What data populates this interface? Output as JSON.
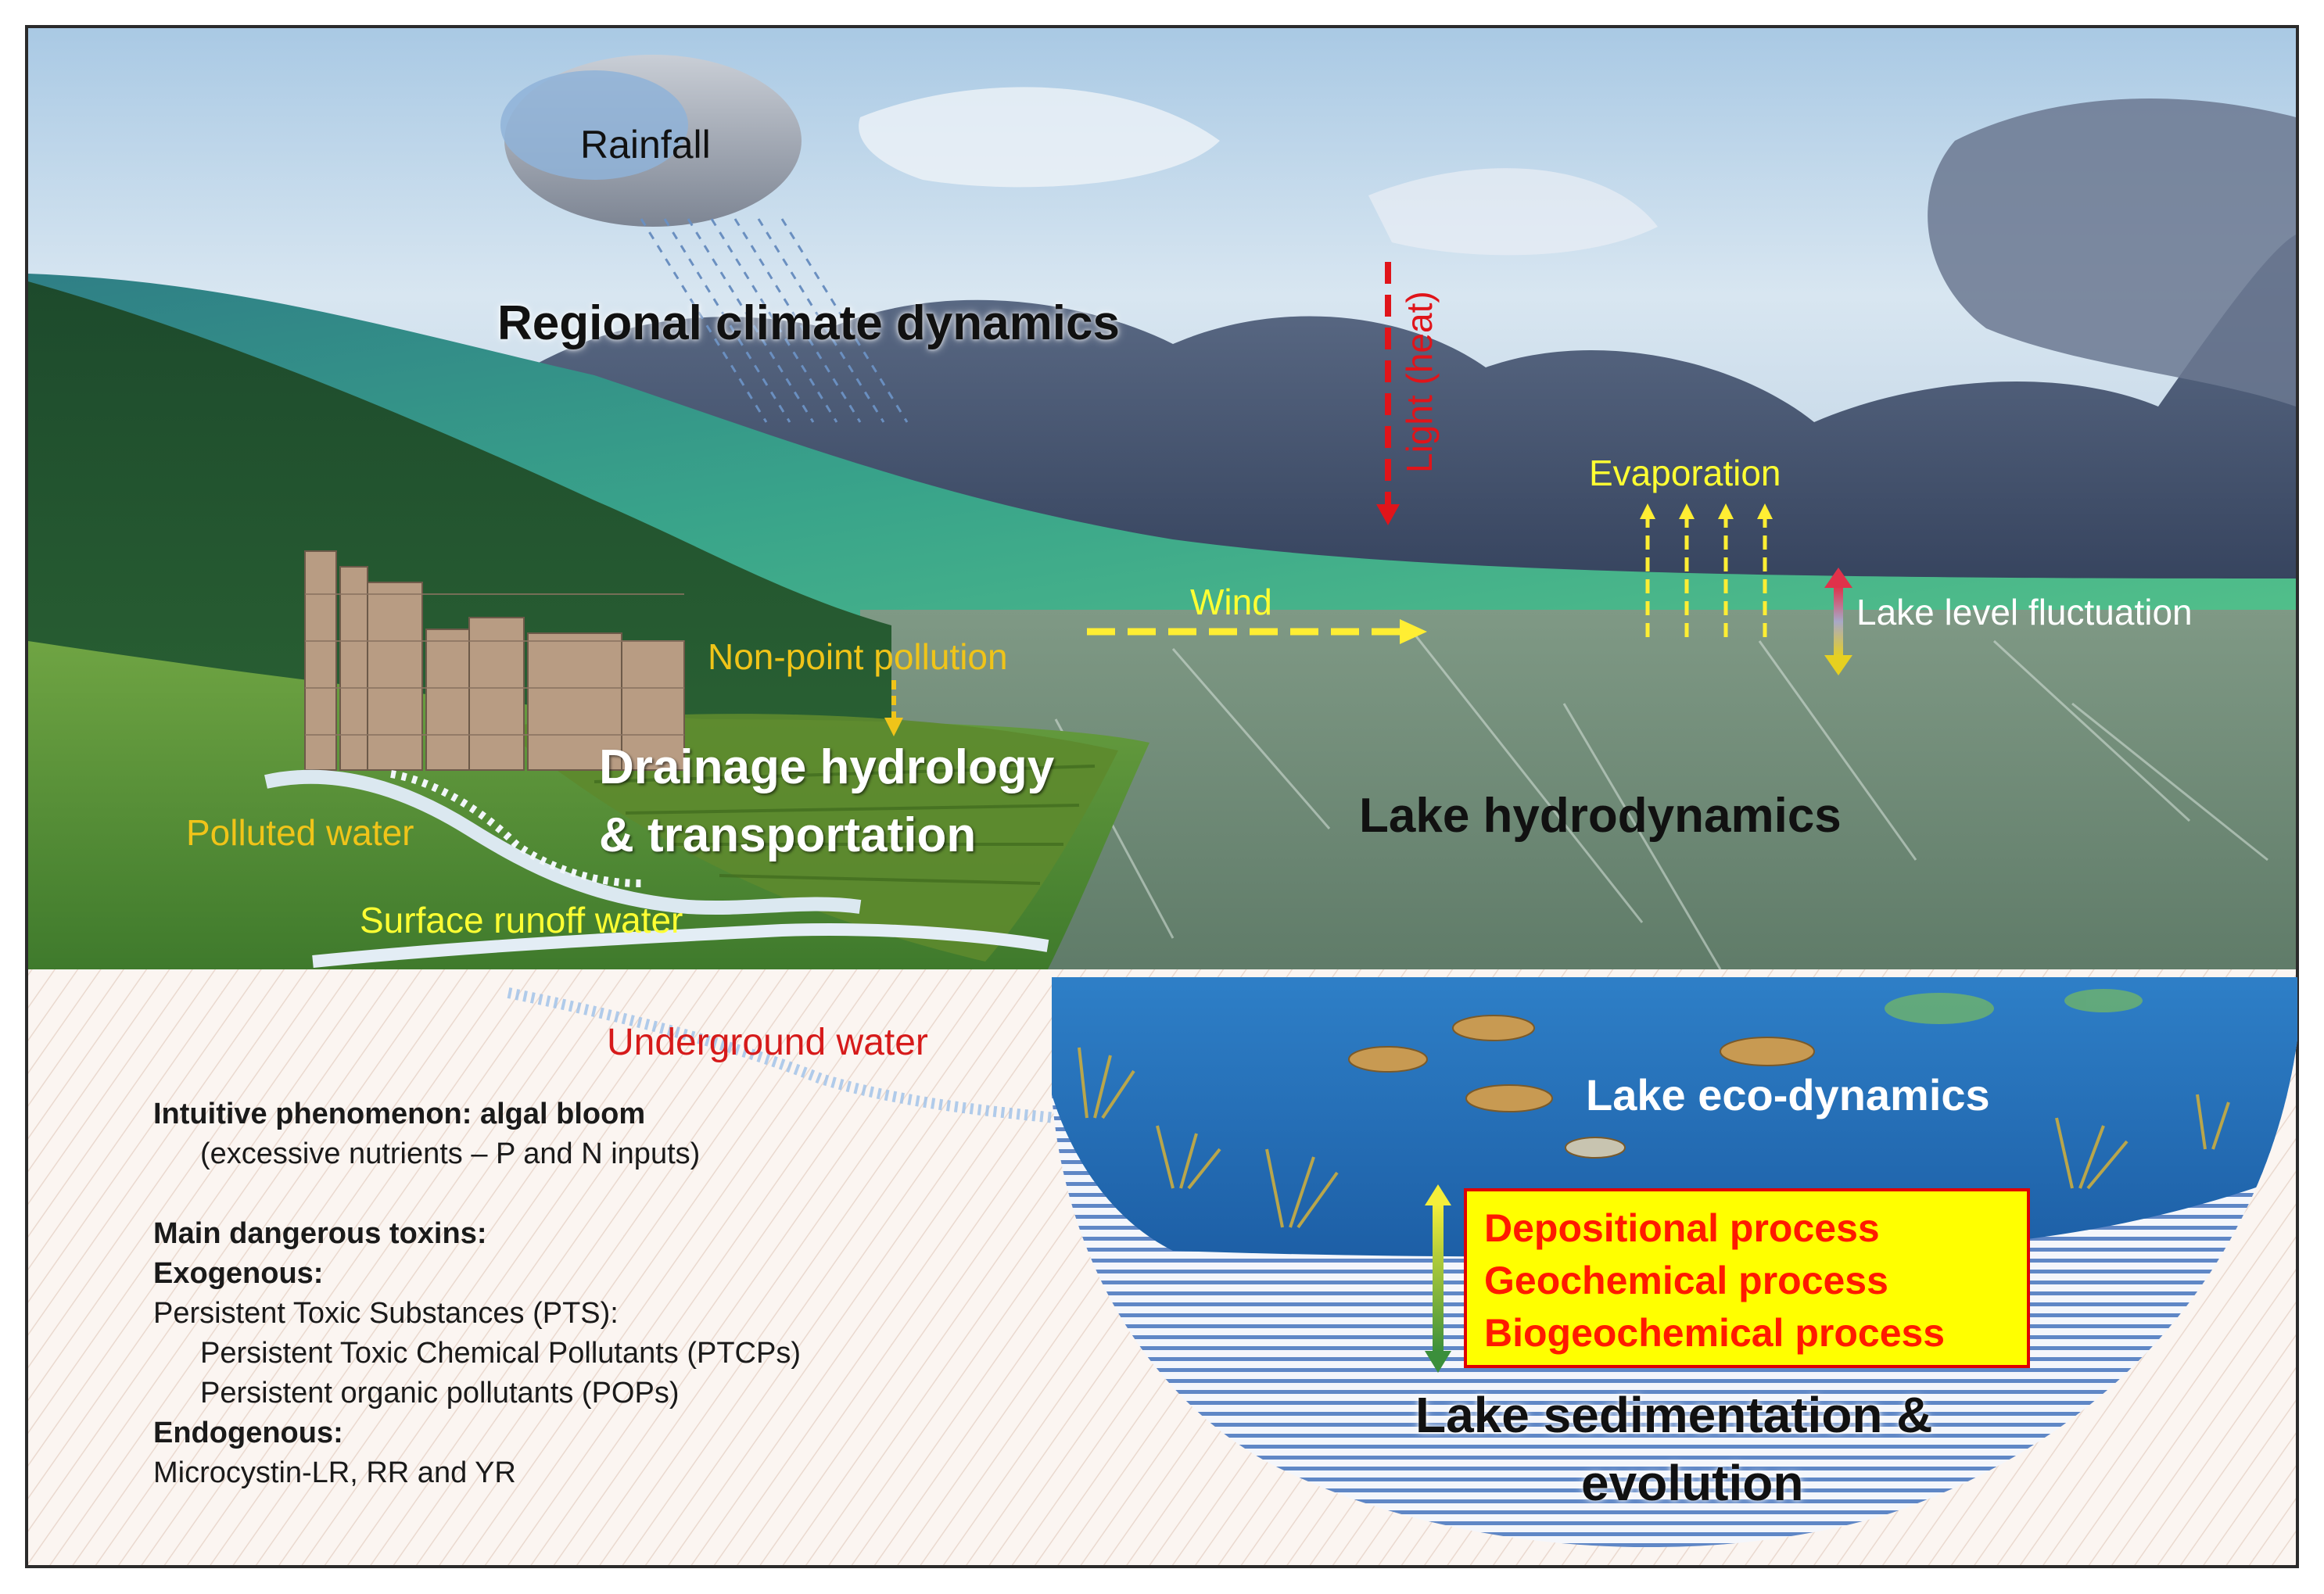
{
  "labels": {
    "rainfall": "Rainfall",
    "regional_climate": "Regional climate dynamics",
    "light_heat": "Light (heat)",
    "evaporation": "Evaporation",
    "wind": "Wind",
    "lake_level": "Lake level fluctuation",
    "non_point": "Non-point pollution",
    "drainage_line1": "Drainage hydrology",
    "drainage_line2": "& transportation",
    "polluted_water": "Polluted water",
    "surface_runoff": "Surface runoff water",
    "lake_hydrodynamics": "Lake hydrodynamics",
    "underground_water": "Underground water",
    "lake_eco": "Lake eco-dynamics",
    "sedimentation_line1": "Lake sedimentation &",
    "sedimentation_line2": "evolution"
  },
  "processes": [
    "Depositional process",
    "Geochemical process",
    "Biogeochemical process"
  ],
  "info": {
    "line1": "Intuitive phenomenon: algal bloom",
    "line2": "(excessive nutrients  – P and N inputs)",
    "line3": "Main dangerous toxins:",
    "line4": "Exogenous:",
    "line5": "Persistent Toxic Substances (PTS):",
    "line6": "Persistent Toxic Chemical Pollutants (PTCPs)",
    "line7": "Persistent organic pollutants (POPs)",
    "line8": "Endogenous:",
    "line9": "Microcystin-LR, RR and YR"
  },
  "colors": {
    "yellow_label": "#ffff33",
    "gold_label": "#f0c419",
    "red_label": "#d61a1a",
    "dark_text": "#111111",
    "white_text": "#ffffff",
    "box_fill": "#ffff00",
    "box_border": "#e00000",
    "process_text": "#ff1a00"
  }
}
